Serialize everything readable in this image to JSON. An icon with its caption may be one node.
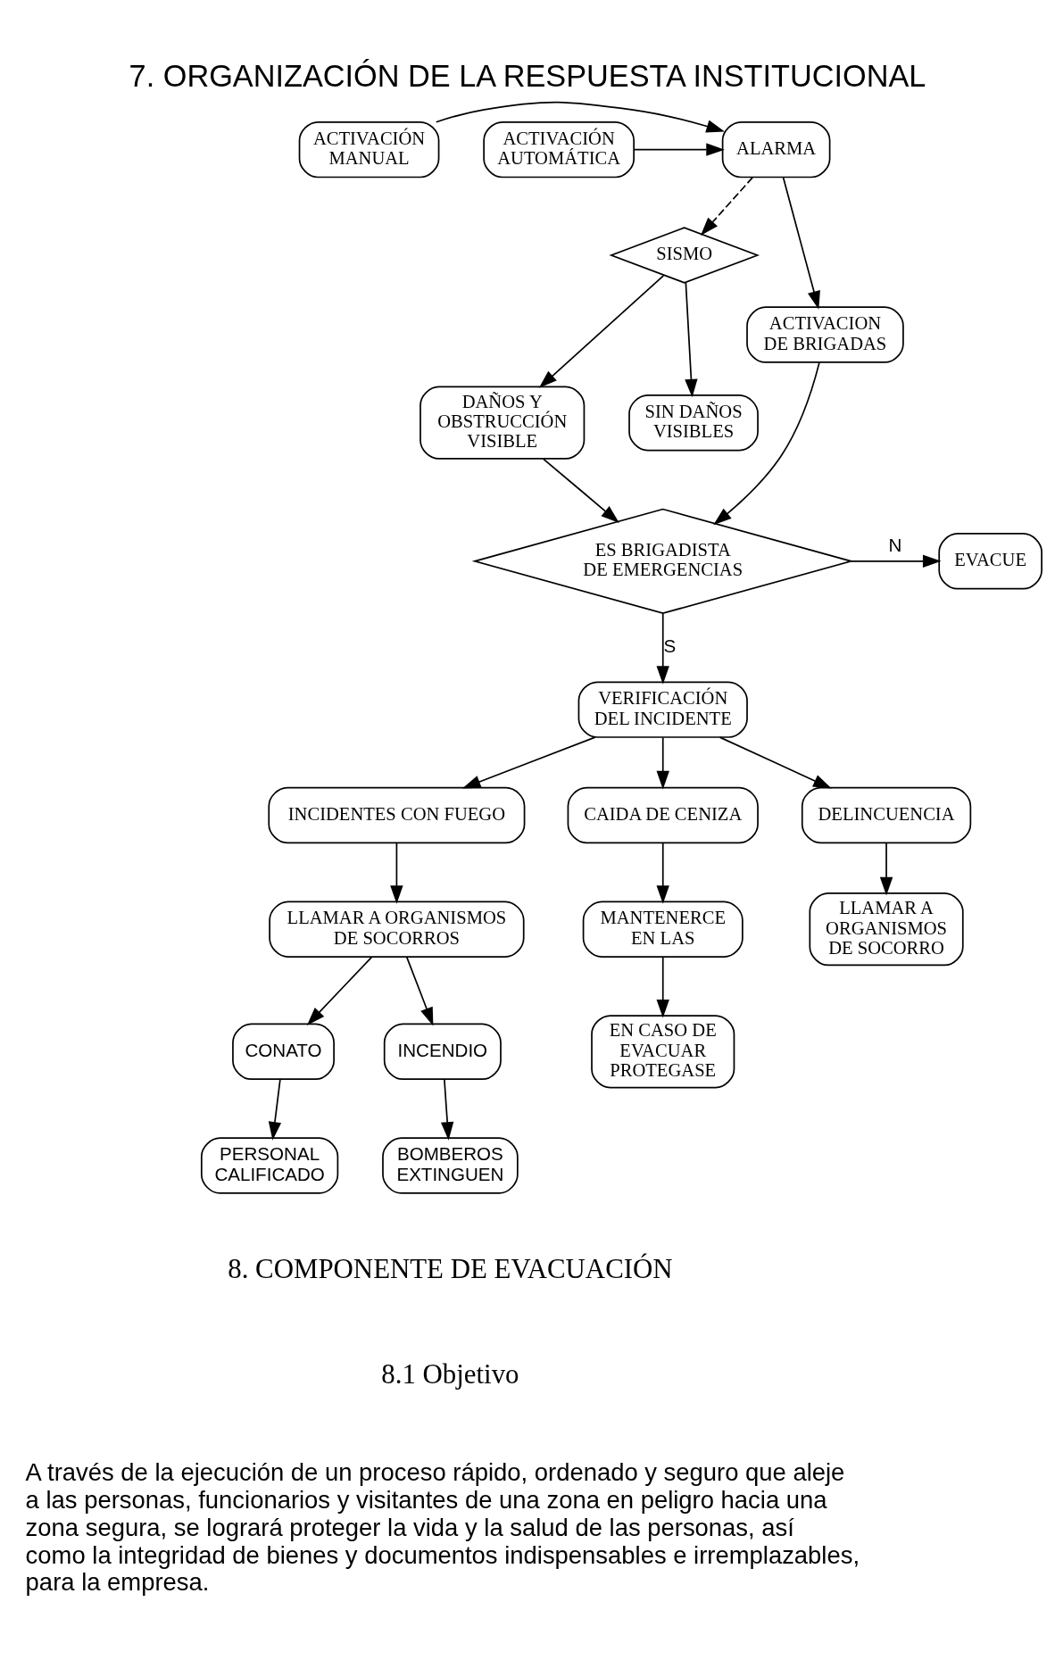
{
  "diagram": {
    "title": "7. ORGANIZACIÓN DE LA RESPUESTA INSTITUCIONAL",
    "nodes": [
      {
        "text": [
          "ACTIVACIÓN MANUAL"
        ]
      },
      {
        "text": [
          "ALARMA"
        ]
      },
      {
        "text": [
          "ACTIVACIÓN AUTOMÁTICA"
        ]
      },
      {
        "text": [
          "SISMO"
        ]
      },
      {
        "text": [
          "ACTIVACION DE BRIGADAS"
        ]
      },
      {
        "text": [
          "DAÑOS Y OBSTRUCCIÓN VISIBLE"
        ]
      },
      {
        "text": [
          "SIN DAÑOS VISIBLES"
        ]
      },
      {
        "text": [
          "EVACUE"
        ]
      },
      {
        "text": [
          "ES BRIGADISTA DE EMERGENCIAS"
        ]
      },
      {
        "text": [
          "VERIFICACIÓN DEL INCIDENTE"
        ]
      },
      {
        "text": [
          "INCIDENTES CON FUEGO"
        ]
      },
      {
        "text": [
          "CAIDA DE CENIZA"
        ]
      },
      {
        "text": [
          "DELINCUENCIA"
        ]
      },
      {
        "text": [
          "LLAMAR A ORGANISMOS DE SOCORROS"
        ]
      },
      {
        "text": [
          "MANTENERCE EN LAS"
        ]
      },
      {
        "text": [
          "LLAMAR A ORGANISMOS DE SOCORRO"
        ]
      },
      {
        "text": [
          "CONATO"
        ]
      },
      {
        "text": [
          "INCENDIO"
        ]
      },
      {
        "text": [
          "EN CASO DE EVACUAR PROTEGASE"
        ]
      },
      {
        "text": [
          "PERSONAL CALIFICADO"
        ]
      },
      {
        "text": [
          "BOMBEROS EXTINGUEN"
        ]
      }
    ],
    "edges": [
      {
        "from": 0,
        "to": 1,
        "arrow": "to"
      },
      {
        "from": 2,
        "to": 1,
        "arrow": "to"
      },
      {
        "from": 1,
        "to": 4,
        "arrow": "to"
      },
      {
        "from": 1,
        "to": 3,
        "arrow": "to",
        "style": "dashed"
      },
      {
        "from": 3,
        "to": 5,
        "arrow": "to"
      },
      {
        "from": 3,
        "to": 6,
        "arrow": "to"
      },
      {
        "from": 4,
        "to": 8,
        "arrow": "to"
      },
      {
        "from": 5,
        "to": 8,
        "arrow": "to"
      },
      {
        "from": 8,
        "to": 7,
        "arrow": "to",
        "label": "N"
      },
      {
        "from": 8,
        "to": 9,
        "arrow": "to",
        "label": "S"
      },
      {
        "from": 9,
        "to": 10,
        "arrow": "to"
      },
      {
        "from": 9,
        "to": 11,
        "arrow": "to"
      },
      {
        "from": 9,
        "to": 12,
        "arrow": "to"
      },
      {
        "from": 10,
        "to": 13,
        "arrow": "to"
      },
      {
        "from": 11,
        "to": 14,
        "arrow": "to"
      },
      {
        "from": 12,
        "to": 15,
        "arrow": "to"
      },
      {
        "from": 13,
        "to": 16,
        "arrow": "to"
      },
      {
        "from": 13,
        "to": 17,
        "arrow": "to"
      },
      {
        "from": 14,
        "to": 18,
        "arrow": "to"
      },
      {
        "from": 16,
        "to": 19,
        "arrow": "to"
      },
      {
        "from": 17,
        "to": 20,
        "arrow": "to"
      }
    ],
    "labels": [
      "8. COMPONENTE DE EVACUACIÓN",
      "8.1 Objetivo",
      "A través de la ejecución de un proceso rápido, ordenado y seguro que aleje a las personas, funcionarios y visitantes de una zona en peligro hacia una zona segura, se logrará proteger la vida y la salud de las personas, así como la integridad de bienes y documentos indispensables e irremplazables, para la empresa."
    ]
  }
}
